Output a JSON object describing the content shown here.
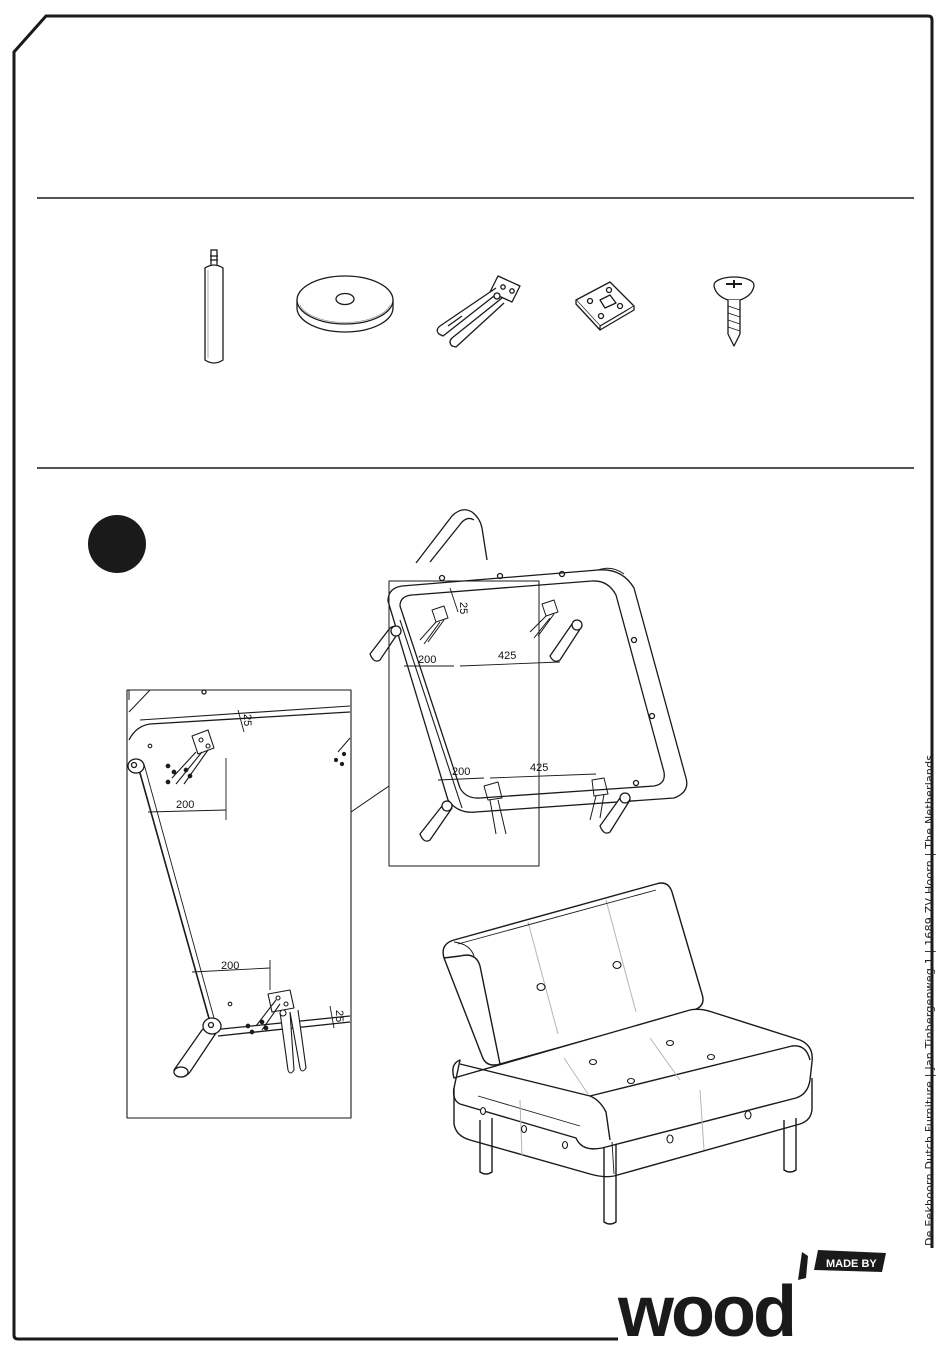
{
  "footer": {
    "address": "De Eekhoorn Dutch Furniture  |  Jan Tinbergenweg 1  |  1689 ZV  Hoorn  |  The Netherlands"
  },
  "logo": {
    "made_by": "MADE BY",
    "word": "wood"
  },
  "parts": [
    {
      "icon": "leg-icon"
    },
    {
      "icon": "washer-icon"
    },
    {
      "icon": "connector-clip-icon"
    },
    {
      "icon": "mounting-plate-icon"
    },
    {
      "icon": "screw-icon"
    }
  ],
  "step": {
    "number_marker": "step-1-marker"
  },
  "dimensions": {
    "main_top_left": "200",
    "main_top_right": "425",
    "main_top_offset": "25",
    "main_bottom_left": "200",
    "main_bottom_right": "425",
    "detail_top_left": "200",
    "detail_top_offset": "25",
    "detail_bottom_left": "200",
    "detail_bottom_offset": "25"
  },
  "colors": {
    "ink": "#1a1a1a",
    "paper": "#ffffff",
    "seam": "#b5b5b5"
  }
}
